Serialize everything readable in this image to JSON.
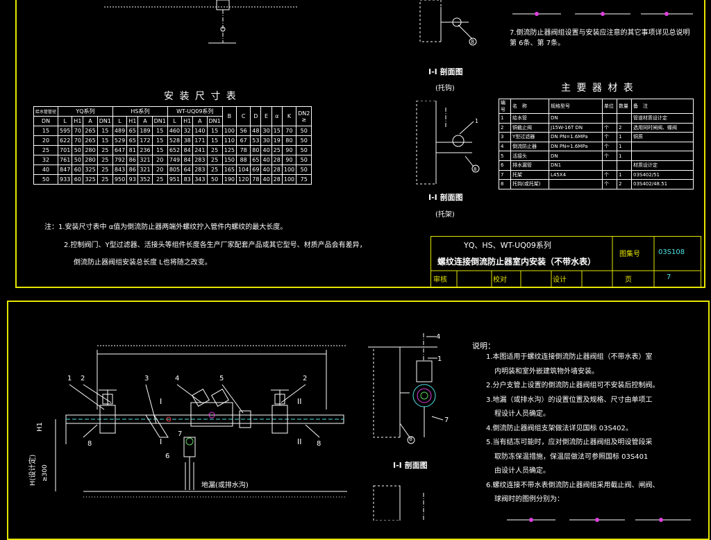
{
  "top": {
    "dim_title": "安 装 尺 寸 表",
    "mat_title": "主 要 器 材 表",
    "section1_title": "I-I 剖面图",
    "section1_sub": "(托钩)",
    "section2_title": "I-I 剖面图",
    "section2_sub": "(托架)",
    "note7": "7.倒流防止器阀组设置与安装应注意的其它事项详见总说明第 6条、第 7条。",
    "dim_table": {
      "h_left": "给水管管径",
      "h_yq": "YQ系列",
      "h_hs": "HS系列",
      "h_wt": "WT-UQ09系列",
      "h_b": "B",
      "h_c": "C",
      "h_d": "D",
      "h_e": "E",
      "h_a": "α",
      "h_k": "K",
      "h_dn2": "DN2 ≥",
      "sub": [
        "DN",
        "L",
        "H1",
        "A",
        "DN1",
        "L",
        "H1",
        "A",
        "DN1",
        "L",
        "H1",
        "A",
        "DN1"
      ],
      "rows": [
        [
          "15",
          "595",
          "70",
          "265",
          "15",
          "489",
          "65",
          "189",
          "15",
          "460",
          "32",
          "140",
          "15",
          "100",
          "56",
          "48",
          "30",
          "15",
          "70",
          "50"
        ],
        [
          "20",
          "622",
          "70",
          "265",
          "15",
          "529",
          "65",
          "172",
          "15",
          "528",
          "38",
          "171",
          "15",
          "110",
          "67",
          "53",
          "30",
          "19",
          "80",
          "50"
        ],
        [
          "25",
          "701",
          "50",
          "280",
          "25",
          "647",
          "81",
          "236",
          "15",
          "652",
          "84",
          "241",
          "25",
          "125",
          "78",
          "80",
          "40",
          "25",
          "90",
          "50"
        ],
        [
          "32",
          "761",
          "50",
          "280",
          "25",
          "792",
          "86",
          "321",
          "20",
          "749",
          "84",
          "283",
          "25",
          "150",
          "88",
          "65",
          "40",
          "28",
          "90",
          "50"
        ],
        [
          "40",
          "847",
          "60",
          "325",
          "25",
          "843",
          "86",
          "321",
          "20",
          "805",
          "64",
          "283",
          "25",
          "165",
          "104",
          "69",
          "40",
          "28",
          "100",
          "50"
        ],
        [
          "50",
          "933",
          "60",
          "325",
          "25",
          "950",
          "93",
          "352",
          "25",
          "951",
          "83",
          "343",
          "50",
          "190",
          "120",
          "78",
          "40",
          "28",
          "100",
          "75"
        ]
      ]
    },
    "mat_table": {
      "header": [
        "编号",
        "名　称",
        "规格型号",
        "单位",
        "数量",
        "备　注"
      ],
      "rows": [
        [
          "1",
          "给水管",
          "DN",
          "",
          "",
          "管道材质设计定"
        ],
        [
          "2",
          "铜截止阀",
          "J15W-16T DN",
          "个",
          "2",
          "选用同时闸阀、蝶阀"
        ],
        [
          "3",
          "Y型过滤器",
          "DN PN=1.6MPa",
          "个",
          "1",
          "铜质"
        ],
        [
          "4",
          "倒流防止器",
          "DN PN=1.6MPa",
          "个",
          "1",
          ""
        ],
        [
          "5",
          "活接头",
          "DN",
          "个",
          "1",
          ""
        ],
        [
          "6",
          "排水漏管",
          "DN1",
          "",
          "",
          "材质设计定"
        ],
        [
          "7",
          "托架",
          "L45X4",
          "个",
          "1",
          "03S402/51"
        ],
        [
          "8",
          "托钩(或托架)",
          "",
          "个",
          "2",
          "03S402/48.51"
        ]
      ]
    },
    "notes": [
      "注：1.安装尺寸表中 α值为倒流防止器两端外螺纹拧入管件内螺纹的最大长度。",
      "2.控制阀门、Y型过滤器、活接头等组件长度各生产厂家配套产品或其它型号、材质产品会有差异，",
      "倒流防止器阀组安装总长度 L也将随之改变。"
    ],
    "title_block": {
      "series": "YQ、HS、WT-UQ09系列",
      "name": "螺纹连接倒流防止器室内安装（不带水表）",
      "atlas_label": "图集号",
      "atlas_no": "03S108",
      "review": "审核",
      "check": "校对",
      "design": "设计",
      "page_label": "页",
      "page_no": "7"
    }
  },
  "bottom": {
    "label_I": "I",
    "label_II": "II",
    "label_H1": "H1",
    "label_H": "H(设计定)",
    "label_300": "≥300",
    "drain_label": "地漏(或排水沟)",
    "section_title": "I-I 剖面图",
    "callouts": [
      "1",
      "2",
      "3",
      "4",
      "5",
      "6",
      "7",
      "8"
    ],
    "notes_title": "说明：",
    "notes": [
      "1.本图适用于螺纹连接倒流防止器阀组（不带水表）室",
      "内明装和室外嵌建筑物外墙安装。",
      "2.分户支管上设置的倒流防止器阀组可不安装后控制阀。",
      "3.地漏（或排水沟）的设置位置及规格、尺寸由单项工",
      "程设计人员确定。",
      "4.倒流防止器阀组支架做法详见国标 03S402。",
      "5.当有结冻可能时，应对倒流防止器阀组及明设管段采",
      "取防冻保温措施，保温层做法可参照国标 03S401",
      "由设计人员确定。",
      "6.螺纹连接不带水表倒流防止器阀组采用截止阀、闸阀、",
      "球阀时的图例分别为："
    ],
    "top_legend_note": "球阀时的图例分别为："
  },
  "colors": {
    "frame": "#e6e600",
    "line": "#ffffff",
    "cyan": "#4ee6e6",
    "green": "#5fd35f",
    "magenta": "#e040e0",
    "red": "#ff4040"
  }
}
